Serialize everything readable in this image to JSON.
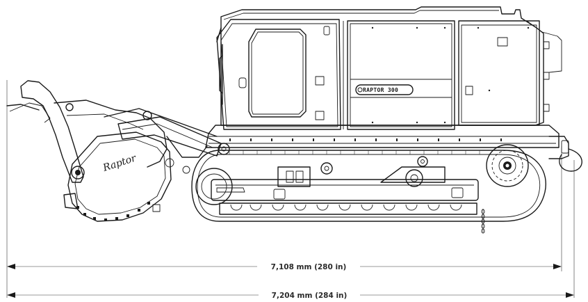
{
  "machine": {
    "badge_text": "RAPTOR 300",
    "head_logo": "Raptor"
  },
  "dimensions": [
    {
      "label": "7,108 mm (280 in)"
    },
    {
      "label": "7,204 mm (284 in)"
    }
  ],
  "colors": {
    "line": "#1a1a1a",
    "background": "#ffffff",
    "dimension_text": "#2a2a2a"
  },
  "icons": [
    "chain-icon",
    "sprocket-icon",
    "track-roller-icon",
    "hydraulic-hose-icon"
  ]
}
